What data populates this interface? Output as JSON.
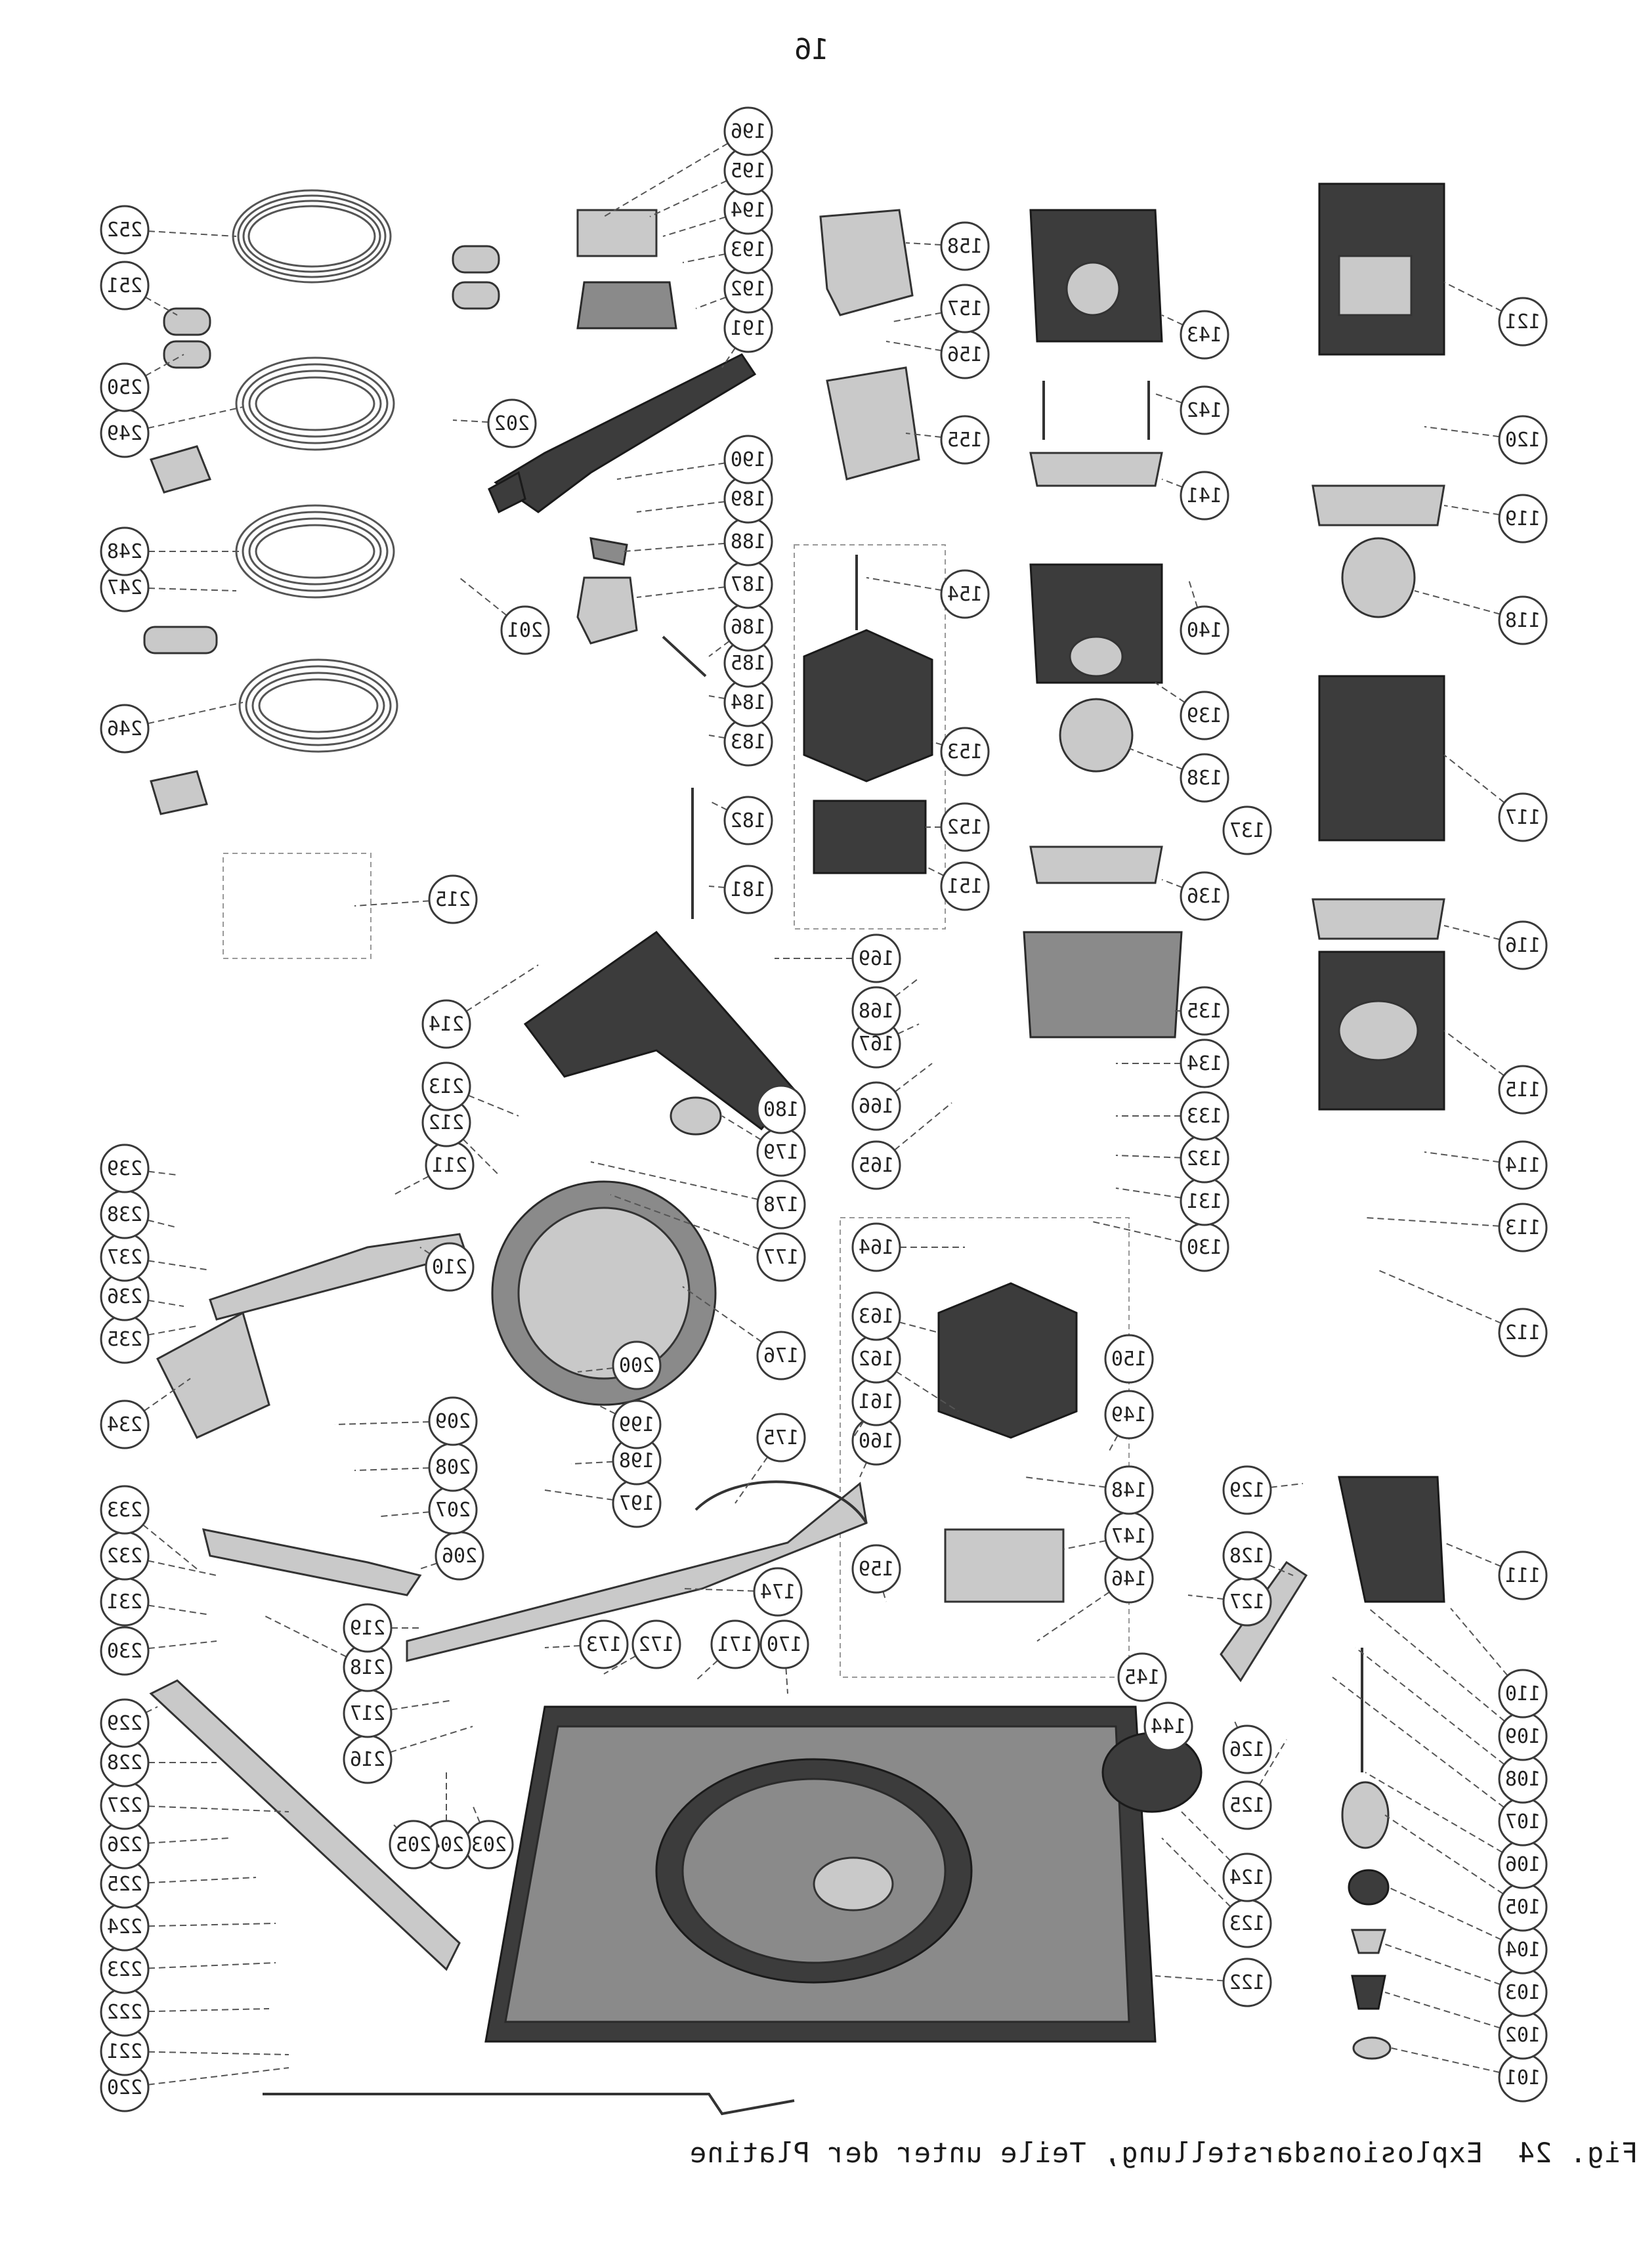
{
  "page": {
    "page_number": "16",
    "caption": "Fig. 24  Explosionsdarstellung, Teile unter der Platine",
    "mirrored": true
  },
  "callouts": [
    "101",
    "102",
    "103",
    "104",
    "105",
    "106",
    "107",
    "108",
    "109",
    "110",
    "111",
    "112",
    "113",
    "114",
    "115",
    "116",
    "117",
    "118",
    "119",
    "120",
    "121",
    "122",
    "123",
    "124",
    "125",
    "126",
    "127",
    "128",
    "129",
    "130",
    "131",
    "132",
    "133",
    "134",
    "135",
    "136",
    "137",
    "138",
    "139",
    "140",
    "141",
    "142",
    "143",
    "144",
    "145",
    "146",
    "147",
    "148",
    "149",
    "150",
    "151",
    "152",
    "153",
    "154",
    "155",
    "156",
    "157",
    "158",
    "159",
    "160",
    "161",
    "162",
    "163",
    "164",
    "165",
    "166",
    "167",
    "168",
    "169",
    "170",
    "171",
    "172",
    "173",
    "174",
    "175",
    "176",
    "177",
    "178",
    "179",
    "180",
    "181",
    "182",
    "183",
    "184",
    "185",
    "186",
    "187",
    "188",
    "189",
    "190",
    "191",
    "192",
    "193",
    "194",
    "195",
    "196",
    "197",
    "198",
    "199",
    "200",
    "201",
    "202",
    "203",
    "204",
    "205",
    "206",
    "207",
    "208",
    "209",
    "210",
    "211",
    "212",
    "213",
    "214",
    "215",
    "216",
    "217",
    "218",
    "219",
    "220",
    "221",
    "222",
    "223",
    "224",
    "225",
    "226",
    "227",
    "228",
    "229",
    "230",
    "231",
    "232",
    "233",
    "234",
    "235",
    "236",
    "237",
    "238",
    "239",
    "246",
    "247",
    "248",
    "249",
    "250",
    "251",
    "252"
  ],
  "colors": {
    "ink": "#1a1a1a",
    "part_dark": "#3c3c3c",
    "part_mid": "#8a8a8a",
    "part_light": "#c9c9c9",
    "paper": "#ffffff"
  }
}
